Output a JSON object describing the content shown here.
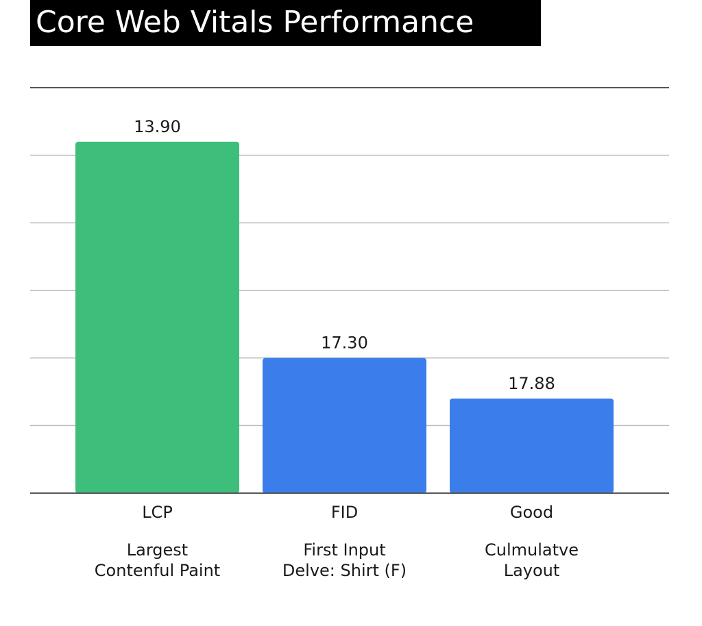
{
  "chart_data": {
    "type": "bar",
    "title": "Core Web Vitals Performance",
    "xlabel": "",
    "ylabel": "",
    "categories": [
      "LCP",
      "FID",
      "Good"
    ],
    "descriptions": [
      [
        "Largest",
        "Contenful Paint"
      ],
      [
        "First Input",
        "Delve: Shirt (F)"
      ],
      [
        "Culmulatve",
        "Layout"
      ]
    ],
    "values": [
      26.0,
      10.0,
      7.0
    ],
    "value_labels": [
      "13.90",
      "17.30",
      "17.88"
    ],
    "bar_colors": [
      "#3dbf7b",
      "#3b7eeb",
      "#3b7eeb"
    ],
    "ylim": [
      0,
      30
    ],
    "y_ticks": [
      0,
      5,
      10,
      15,
      20,
      25,
      30
    ],
    "tick_labels_shown": false,
    "grid": true,
    "legend": "none"
  }
}
